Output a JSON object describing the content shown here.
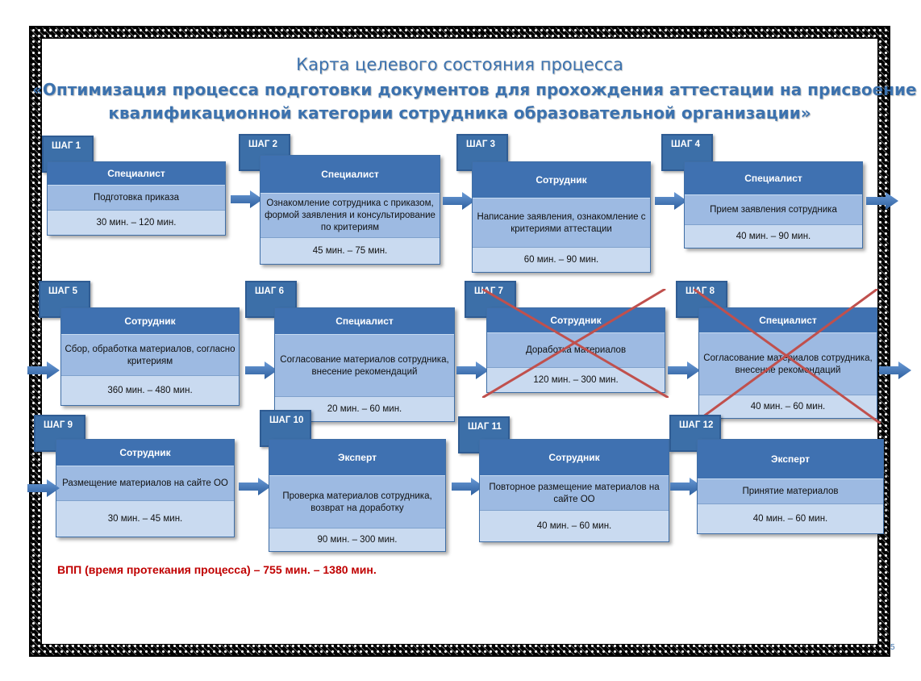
{
  "title": {
    "line1": "Карта целевого  состояния  процесса",
    "line2": "«Оптимизация  процесса подготовки  документов  для прохождения  аттестации на присвоение",
    "line3": "квалификационной  категории  сотрудника  образовательной  организации»"
  },
  "steps": [
    {
      "tab": "ШАГ 1",
      "role": "Специалист",
      "task": "Подготовка приказа",
      "time": "30 мин. – 120 мин."
    },
    {
      "tab": "ШАГ 2",
      "role": "Специалист",
      "task": "Ознакомление сотрудника с приказом, формой заявления и консультирование по критериям",
      "time": "45 мин. – 75 мин."
    },
    {
      "tab": "ШАГ 3",
      "role": "Сотрудник",
      "task": "Написание заявления, ознакомление с критериями аттестации",
      "time": "60 мин. – 90 мин."
    },
    {
      "tab": "ШАГ 4",
      "role": "Специалист",
      "task": "Прием заявления сотрудника",
      "time": "40 мин. – 90 мин."
    },
    {
      "tab": "ШАГ 5",
      "role": "Сотрудник",
      "task": "Сбор, обработка материалов, согласно критериям",
      "time": "360 мин. – 480 мин."
    },
    {
      "tab": "ШАГ 6",
      "role": "Специалист",
      "task": "Согласование материалов сотрудника, внесение рекомендаций",
      "time": "20 мин. –  60 мин."
    },
    {
      "tab": "ШАГ 7",
      "role": "Сотрудник",
      "task": "Доработка материалов",
      "time": "120 мин. – 300 мин."
    },
    {
      "tab": "ШАГ 8",
      "role": "Специалист",
      "task": "Согласование материалов сотрудника, внесение рекомендаций",
      "time": "40 мин. – 60 мин."
    },
    {
      "tab": "ШАГ 9",
      "role": "Сотрудник",
      "task": "Размещение материалов  на сайте ОО",
      "time": "30 мин. – 45 мин."
    },
    {
      "tab": "ШАГ 10",
      "role": "Эксперт",
      "task": "Проверка материалов сотрудника, возврат на доработку",
      "time": "90 мин. – 300 мин."
    },
    {
      "tab": "ШАГ 11",
      "role": "Сотрудник",
      "task": "Повторное  размещение материалов на сайте ОО",
      "time": "40 мин. – 60 мин."
    },
    {
      "tab": "ШАГ 12",
      "role": "Эксперт",
      "task": "Принятие материалов",
      "time": "40 мин. – 60 мин."
    }
  ],
  "footer": "ВПП (время протекания процесса) – 755 мин. – 1380 мин.",
  "page_number": "5",
  "colors": {
    "title": "#3c72ae",
    "role_header": "#3f71b1",
    "task": "#9dbae2",
    "time": "#c9daf0",
    "cross": "#c0504d",
    "footer": "#c00000"
  }
}
